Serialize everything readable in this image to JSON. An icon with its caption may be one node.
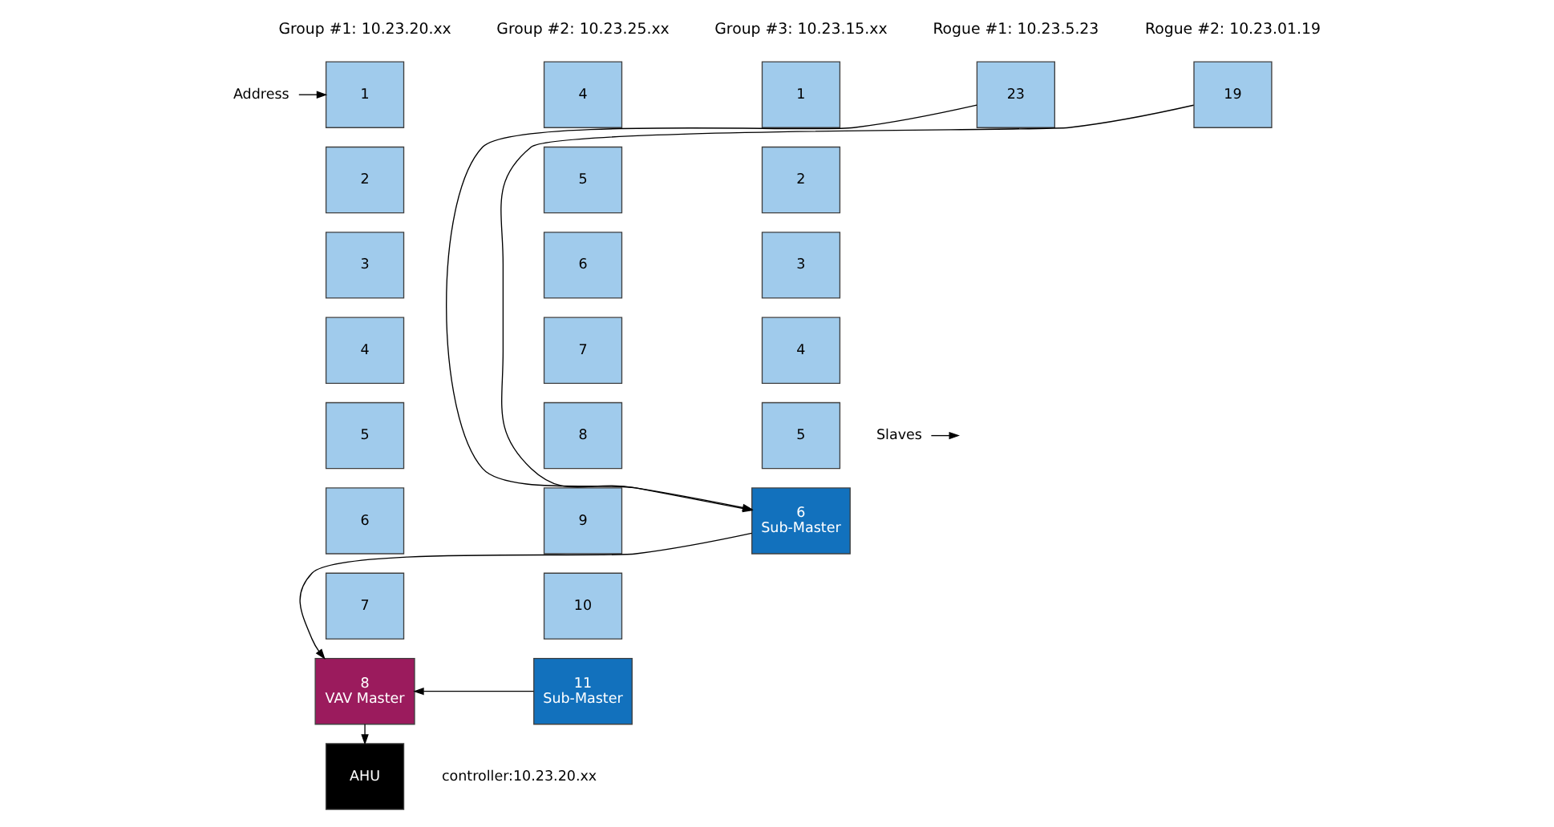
{
  "diagram": {
    "nodes": [
      {
        "text": [
          "Address"
        ]
      },
      {
        "text": [
          "Slaves"
        ]
      },
      {
        "text": [
          "1"
        ]
      },
      {
        "text": [
          "2"
        ]
      },
      {
        "text": [
          "3"
        ]
      },
      {
        "text": [
          "4"
        ]
      },
      {
        "text": [
          "5"
        ]
      },
      {
        "text": [
          "6"
        ]
      },
      {
        "text": [
          "7"
        ]
      },
      {
        "text": [
          "8",
          "VAV Master"
        ]
      },
      {
        "text": [
          "4"
        ]
      },
      {
        "text": [
          "5"
        ]
      },
      {
        "text": [
          "6"
        ]
      },
      {
        "text": [
          "7"
        ]
      },
      {
        "text": [
          "8"
        ]
      },
      {
        "text": [
          "9"
        ]
      },
      {
        "text": [
          "10"
        ]
      },
      {
        "text": [
          "11",
          "Sub-Master"
        ]
      },
      {
        "text": [
          "1"
        ]
      },
      {
        "text": [
          "2"
        ]
      },
      {
        "text": [
          "3"
        ]
      },
      {
        "text": [
          "4"
        ]
      },
      {
        "text": [
          "5"
        ]
      },
      {
        "text": [
          "6",
          "Sub-Master"
        ]
      },
      {
        "text": [
          "23"
        ]
      },
      {
        "text": [
          "19"
        ]
      },
      {
        "text": [
          "AHU"
        ],
        "beside": [
          "controller:10.23.20.xx"
        ]
      }
    ],
    "edges": [
      {
        "from": 0,
        "to": 2,
        "arrow": "to"
      },
      {
        "from": 1,
        "to": null,
        "arrow": "to"
      },
      {
        "from": 17,
        "to": 9,
        "arrow": "to"
      },
      {
        "from": 23,
        "to": 9,
        "arrow": "to"
      },
      {
        "from": 24,
        "to": 23,
        "arrow": "to"
      },
      {
        "from": 25,
        "to": 23,
        "arrow": "to"
      },
      {
        "from": 9,
        "to": 26,
        "arrow": "to"
      }
    ],
    "labels": [
      "Group #1: 10.23.20.xx",
      "Group #2: 10.23.25.xx",
      "Group #3: 10.23.15.xx",
      "Rogue #1: 10.23.5.23",
      "Rogue #2: 10.23.01.19"
    ]
  }
}
